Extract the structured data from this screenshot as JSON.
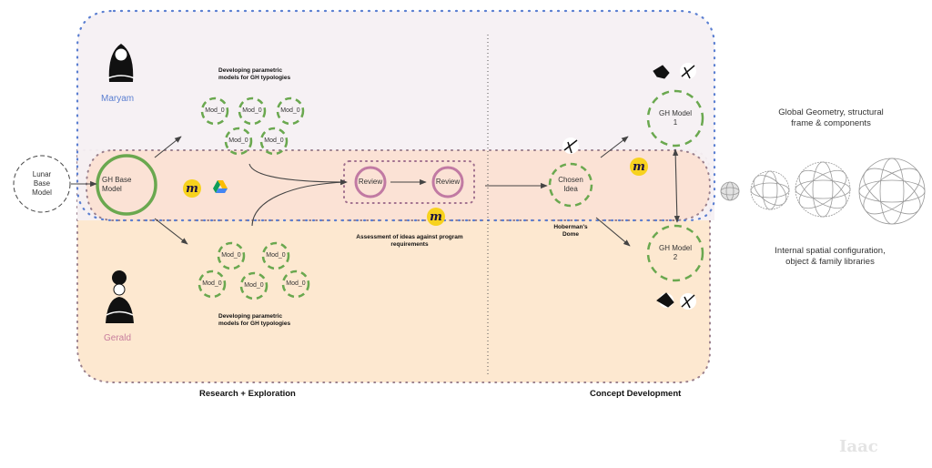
{
  "people": {
    "top": {
      "name": "Maryam",
      "color": "#5b7fd1"
    },
    "bottom": {
      "name": "Gerald",
      "color": "#c77d9d"
    }
  },
  "nodes": {
    "lunar_base": "Lunar\nBase\nModel",
    "gh_base": "GH Base\nModel",
    "mod_label": "Mod_0",
    "review": "Review",
    "chosen_idea": "Chosen\nIdea",
    "gh_model_1": "GH Model\n1",
    "gh_model_2": "GH Model\n2"
  },
  "captions": {
    "top_models": "Developing parametric\nmodels for GH typologies",
    "bottom_models": "Developing parametric\nmodels for GH typologies",
    "assessment": "Assessment of ideas against program\nrequirements",
    "hoberman": "Hoberman's\nDome"
  },
  "sections": {
    "research": "Research + Exploration",
    "concept": "Concept Development"
  },
  "right_panel": {
    "top_text": "Global Geometry, structural\nframe & components",
    "bottom_text": "Internal spatial configuration,\nobject & family libraries",
    "sphere_count": 4
  },
  "icons": {
    "miro": "miro-icon",
    "drive": "google-drive-icon",
    "grasshopper": "grasshopper-icon",
    "rhino": "rhino-icon"
  },
  "logo": {
    "text": "Iaac"
  },
  "colors": {
    "blue_dots": "#5b7fd1",
    "pink_dots": "#9a7f8c",
    "top_fill": "#f6f0f3",
    "band_fill": "#fbe2d5",
    "bottom_fill": "#fde8d0",
    "green": "#6aa84f",
    "review_ring": "#c17aa3",
    "miro_yellow": "#f7d21e"
  }
}
